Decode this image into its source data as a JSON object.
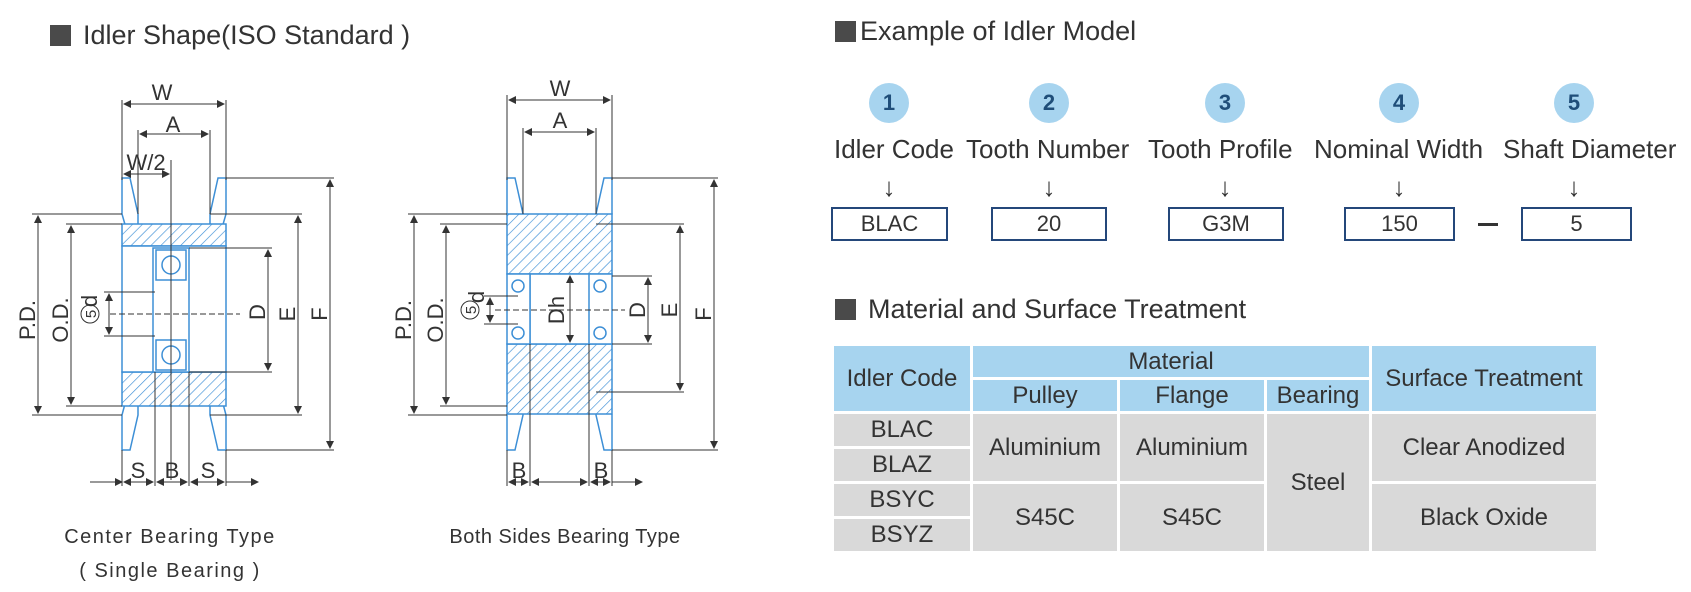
{
  "left_section": {
    "title": "Idler Shape(ISO Standard )",
    "diagram1": {
      "labels": {
        "W": "W",
        "A": "A",
        "W2": "W/2",
        "PD": "P.D.",
        "OD": "O.D.",
        "d": "d",
        "d_num": "5",
        "D": "D",
        "E": "E",
        "F": "F",
        "S1": "S",
        "B": "B",
        "S2": "S"
      },
      "caption_line1": "Center Bearing Type",
      "caption_line2": "( Single Bearing )"
    },
    "diagram2": {
      "labels": {
        "W": "W",
        "A": "A",
        "PD": "P.D.",
        "OD": "O.D.",
        "d": "d",
        "d_num": "5",
        "Dh": "Dh",
        "D": "D",
        "E": "E",
        "F": "F",
        "B1": "B",
        "B2": "B"
      },
      "caption": "Both Sides Bearing Type"
    }
  },
  "model_section": {
    "title": "Example of Idler Model",
    "steps": [
      {
        "num": "1",
        "label": "Idler Code",
        "value": "BLAC"
      },
      {
        "num": "2",
        "label": "Tooth Number",
        "value": "20"
      },
      {
        "num": "3",
        "label": "Tooth Profile",
        "value": "G3M"
      },
      {
        "num": "4",
        "label": "Nominal Width",
        "value": "150"
      },
      {
        "num": "5",
        "label": "Shaft Diameter",
        "value": "5"
      }
    ],
    "arrow_glyph": "↓"
  },
  "material_section": {
    "title": "Material and Surface Treatment",
    "table": {
      "h_idler_code": "Idler Code",
      "h_material": "Material",
      "h_pulley": "Pulley",
      "h_flange": "Flange",
      "h_bearing": "Bearing",
      "h_surface": "Surface Treatment",
      "codes": [
        "BLAC",
        "BLAZ",
        "BSYC",
        "BSYZ"
      ],
      "pulley_1": "Aluminium",
      "flange_1": "Aluminium",
      "pulley_2": "S45C",
      "flange_2": "S45C",
      "bearing": "Steel",
      "surface_1": "Clear Anodized",
      "surface_2": "Black Oxide"
    }
  },
  "colors": {
    "accent_blue": "#a7d4ef",
    "diagram_blue": "#3d8fd6",
    "box_border": "#24477a",
    "table_body": "#d9d9d9"
  }
}
